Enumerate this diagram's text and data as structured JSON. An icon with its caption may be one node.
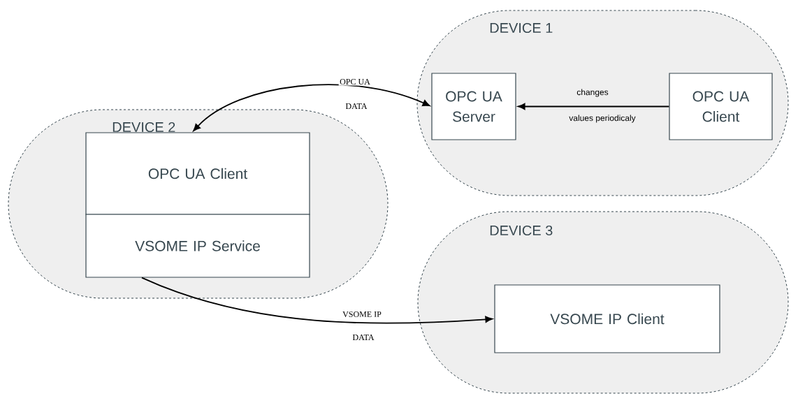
{
  "diagram": {
    "nodes": [
      {
        "text": [
          "DEVICE 1"
        ]
      },
      {
        "text": [
          "OPC UA Server"
        ],
        "in": 0
      },
      {
        "text": [
          "OPC UA Client"
        ],
        "in": 0
      },
      {
        "text": [
          "DEVICE 2"
        ]
      },
      {
        "text": [
          "OPC UA Client"
        ],
        "in": 3
      },
      {
        "text": [
          "VSOME IP Service"
        ],
        "in": 3
      },
      {
        "text": [
          "DEVICE 3"
        ]
      },
      {
        "text": [
          "VSOME IP Client"
        ],
        "in": 6
      }
    ],
    "edges": [
      {
        "from": 4,
        "to": 1,
        "arrow": "both",
        "label": "OPC UA"
      },
      {
        "from": 2,
        "to": 1,
        "arrow": "to",
        "label": "changes"
      },
      {
        "from": 5,
        "to": 7,
        "arrow": "to",
        "label": "VSOME IP"
      }
    ],
    "labels": [
      "DATA",
      "values periodicaly",
      "DATA"
    ]
  }
}
